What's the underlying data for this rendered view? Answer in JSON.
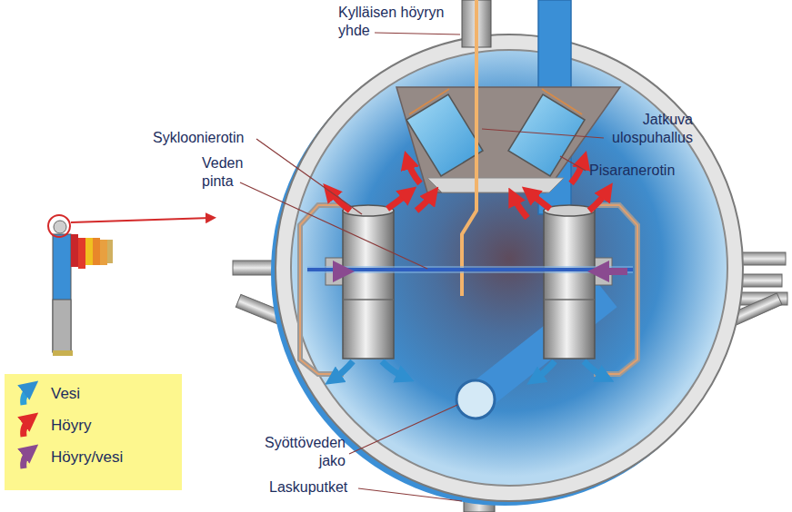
{
  "diagram": {
    "labels": [
      "Kylläisen höyryn yhde",
      "Jatkuva ulospuhallus",
      "Pisaranerotin",
      "Sykloonierotin",
      "Veden pinta",
      "Syöttöveden jako",
      "Laskuputket"
    ],
    "legend": [
      {
        "text": "Vesi"
      },
      {
        "text": "Höyry"
      },
      {
        "text": "Höyry/vesi"
      }
    ]
  }
}
